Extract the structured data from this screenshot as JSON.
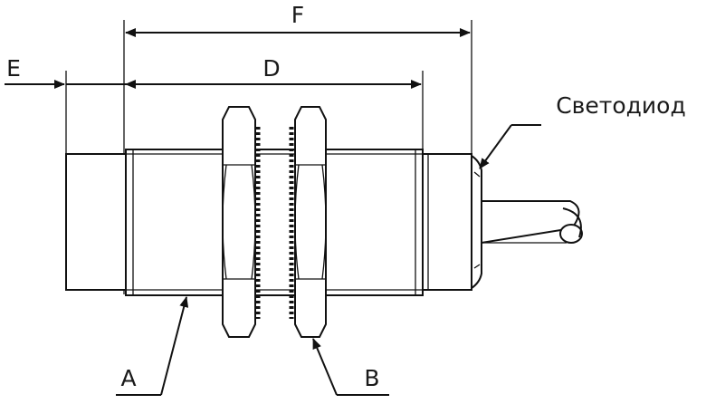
{
  "labels": {
    "dim_f": "F",
    "dim_d": "D",
    "dim_e": "E",
    "led": "Светодиод",
    "part_a": "A",
    "part_b": "B"
  },
  "colors": {
    "line": "#111111",
    "background": "#ffffff"
  }
}
